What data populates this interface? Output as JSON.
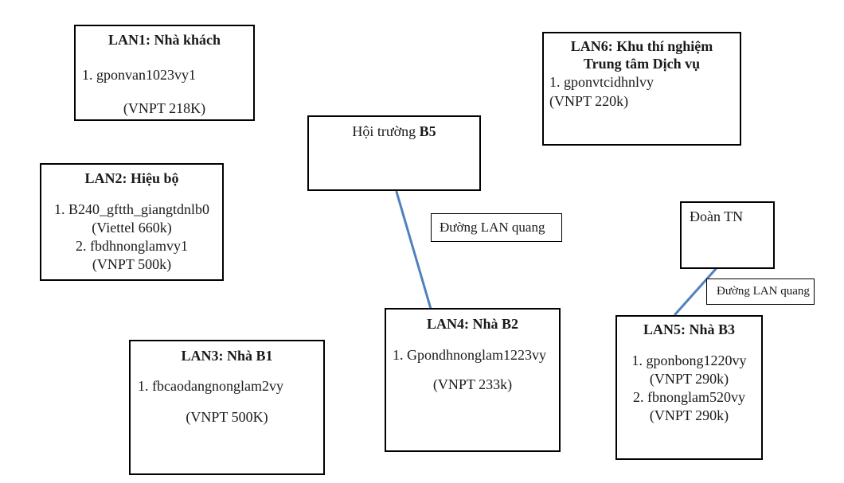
{
  "boxes": {
    "lan1": {
      "title": "LAN1: Nhà khách",
      "item1": "1. gponvan1023vy1",
      "price1": "(VNPT 218K)"
    },
    "lan2": {
      "title": "LAN2: Hiệu bộ",
      "item1": "1. B240_gftth_giangtdnlb0",
      "price1": "(Viettel 660k)",
      "item2": "2. fbdhnonglamvy1",
      "price2": "(VNPT 500k)"
    },
    "lan3": {
      "title": "LAN3: Nhà B1",
      "item1": "1. fbcaodangnonglam2vy",
      "price1": "(VNPT 500K)"
    },
    "lan4": {
      "title": "LAN4: Nhà B2",
      "item1": "1. Gpondhnonglam1223vy",
      "price1": "(VNPT 233k)"
    },
    "lan5": {
      "title": "LAN5: Nhà B3",
      "item1": "1. gponbong1220vy",
      "price1": "(VNPT 290k)",
      "item2": "2. fbnonglam520vy",
      "price2": "(VNPT 290k)"
    },
    "lan6": {
      "title_line1": "LAN6: Khu thí nghiệm",
      "title_line2": "Trung tâm Dịch vụ",
      "item1": "1. gponvtcidhnlvy",
      "price1": "(VNPT 220k)"
    },
    "hoi_truong_b5": {
      "title_regular": "Hội trường ",
      "title_bold": "B5"
    },
    "doan_tn": {
      "title": "Đoàn TN"
    }
  },
  "labels": {
    "lan_quang_mid": "Đường LAN quang",
    "lan_quang_right": "Đường LAN quang"
  },
  "connectors": {
    "color": "#4f81bd"
  }
}
